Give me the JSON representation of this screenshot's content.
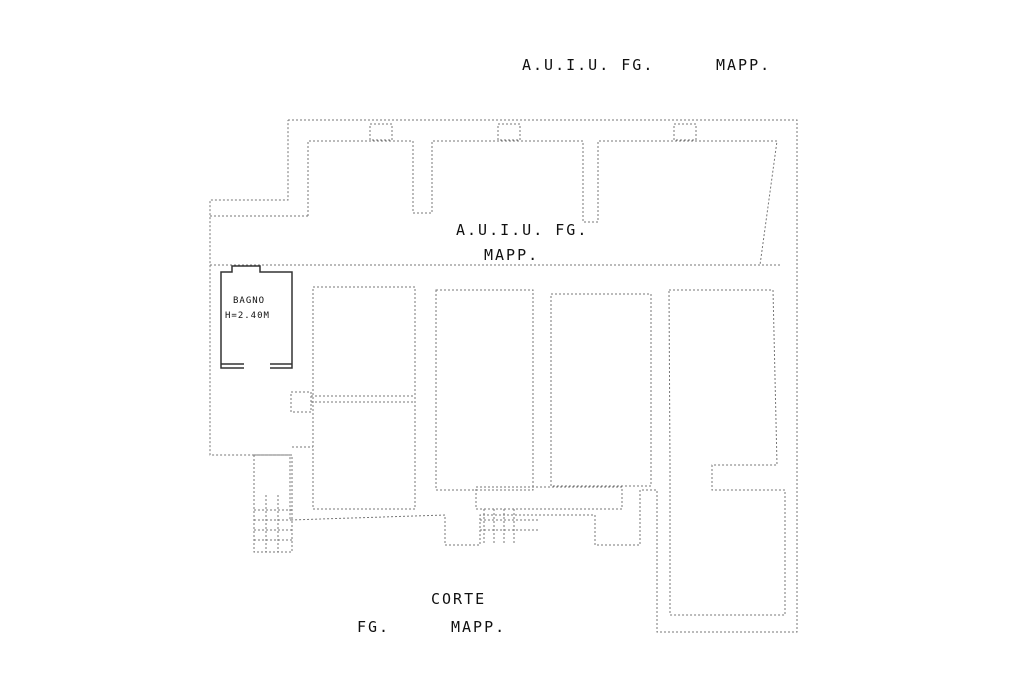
{
  "header": {
    "uiu_fg": "A.U.I.U. FG.",
    "mapp": "MAPP."
  },
  "central": {
    "uiu_fg": "A.U.I.U. FG.",
    "mapp": "MAPP."
  },
  "bathroom": {
    "name": "BAGNO",
    "height": "H=2.40M"
  },
  "courtyard": {
    "name": "CORTE",
    "fg": "FG.",
    "mapp": "MAPP."
  },
  "colors": {
    "ink": "#111111",
    "wall_line": "#777777",
    "bath_wall": "#333333"
  }
}
